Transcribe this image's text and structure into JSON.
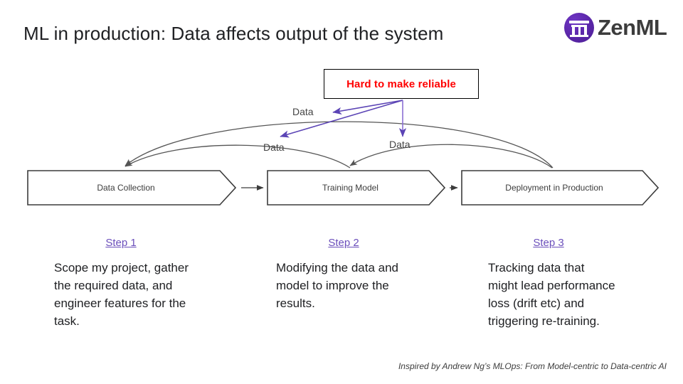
{
  "slide": {
    "title": "ML in production: Data affects output of the system",
    "footer": "Inspired by Andrew Ng’s MLOps: From Model-centric to Data-centric AI"
  },
  "brand": {
    "name": "ZenML",
    "logo_icon": "zenml-torii-icon",
    "purple": "#5a26a8",
    "wordmark_color": "#3c3c3c"
  },
  "callout": {
    "text": "Hard to make reliable",
    "text_color": "#ff0000",
    "border_color": "#000000"
  },
  "flow": {
    "arrow_color": "#5b44b5",
    "arc_color": "#555555",
    "boxes": [
      {
        "label": "Data Collection"
      },
      {
        "label": "Training Model"
      },
      {
        "label": "Deployment in Production"
      }
    ],
    "data_labels": [
      "Data",
      "Data",
      "Data"
    ]
  },
  "steps": [
    {
      "heading": "Step 1",
      "body": "Scope my project, gather the required data, and engineer features for the task."
    },
    {
      "heading": "Step 2",
      "body": "Modifying the data and model to improve the results."
    },
    {
      "heading": "Step 3",
      "body": "Tracking data that might lead performance loss (drift etc) and triggering re-training."
    }
  ],
  "step_heading_color": "#6b4fbb"
}
